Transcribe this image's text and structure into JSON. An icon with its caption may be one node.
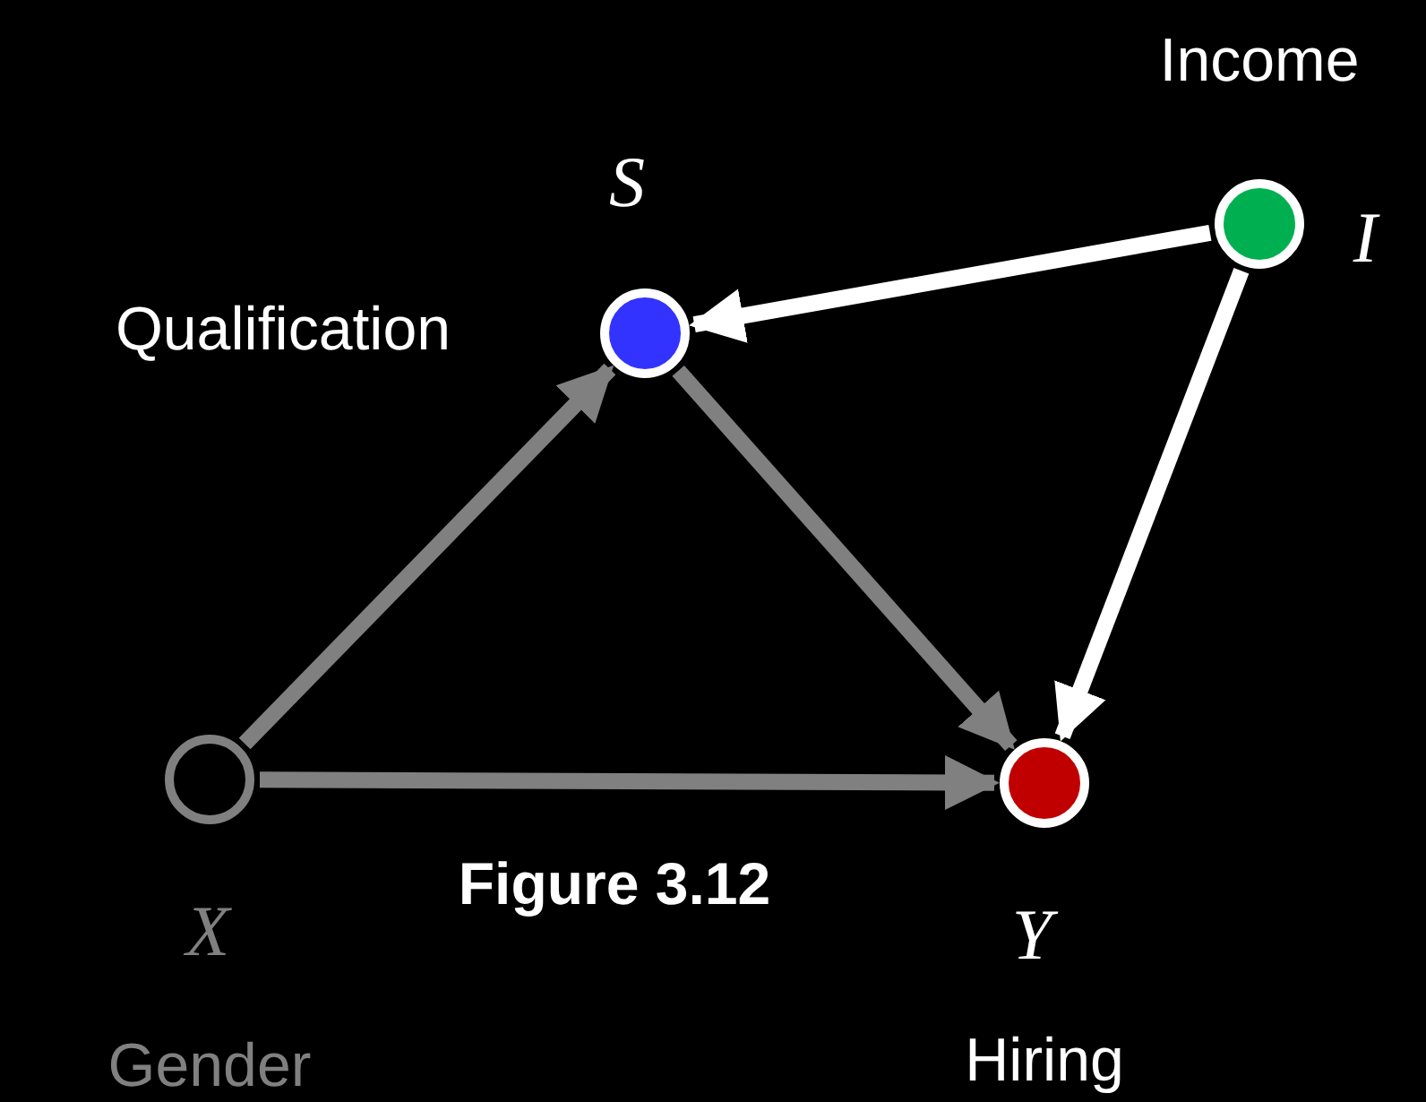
{
  "diagram": {
    "nodes": [
      {
        "text": [],
        "shape": "circle",
        "beside": [
          "S",
          "Qualification"
        ]
      },
      {
        "text": [],
        "shape": "circle",
        "beside": [
          "I",
          "Income"
        ]
      },
      {
        "text": [],
        "shape": "circle",
        "beside": [
          "X",
          "Gender"
        ]
      },
      {
        "text": [],
        "shape": "circle",
        "beside": [
          "Y",
          "Hiring"
        ]
      }
    ],
    "edges": [
      {
        "from": 1,
        "to": 0,
        "arrow": "to",
        "color": "#ffffff"
      },
      {
        "from": 1,
        "to": 3,
        "arrow": "to",
        "color": "#ffffff"
      },
      {
        "from": 2,
        "to": 0,
        "arrow": "to"
      },
      {
        "from": 0,
        "to": 3,
        "arrow": "to"
      },
      {
        "from": 2,
        "to": 3,
        "arrow": "to"
      }
    ],
    "labels": [
      "Figure 3.12"
    ]
  }
}
